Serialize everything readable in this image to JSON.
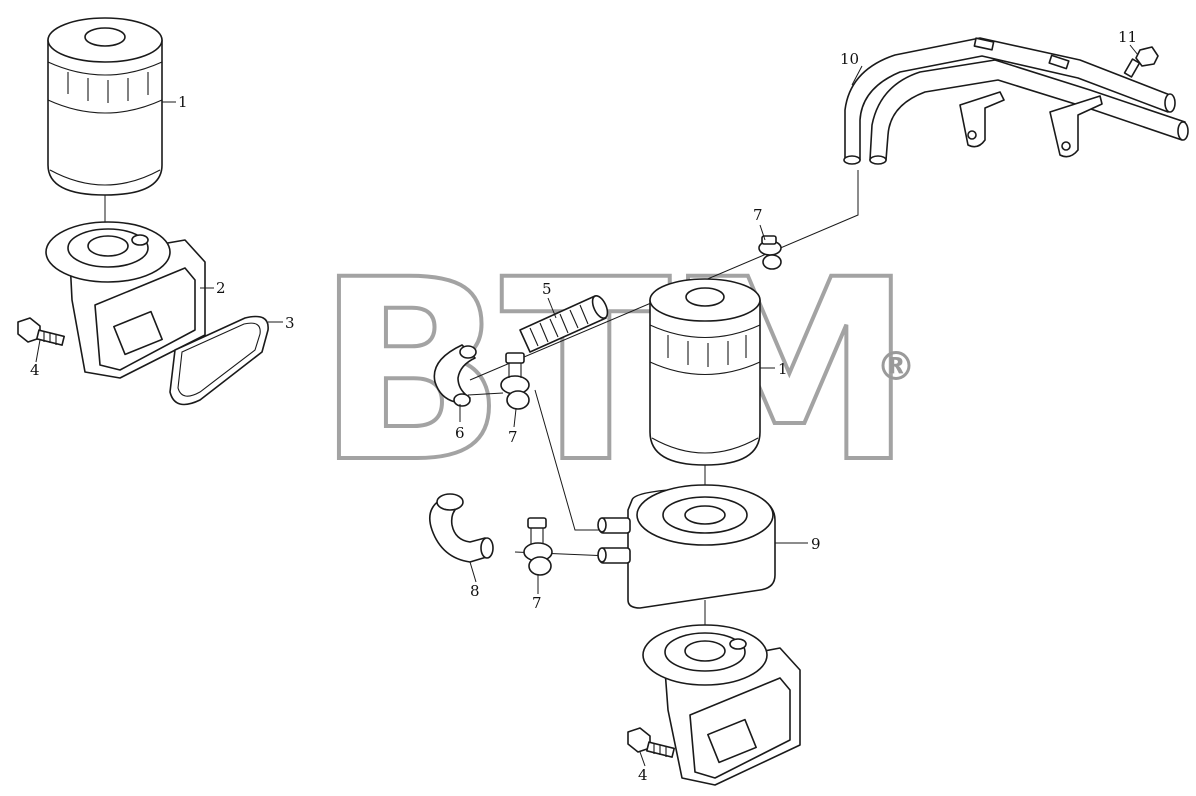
{
  "watermark": {
    "text": "BTM",
    "registered_mark": "®"
  },
  "callouts": {
    "filter_top_left": "1",
    "filter_center": "1",
    "bracket_top": "2",
    "gasket": "3",
    "bolt_left": "4",
    "bolt_bottom": "4",
    "spring": "5",
    "hose_short": "6",
    "clamp_upper": "7",
    "clamp_middle": "7",
    "clamp_lower": "7",
    "hose_bent": "8",
    "cooler": "9",
    "pipe_assembly": "10",
    "bolt_pipe": "11"
  }
}
